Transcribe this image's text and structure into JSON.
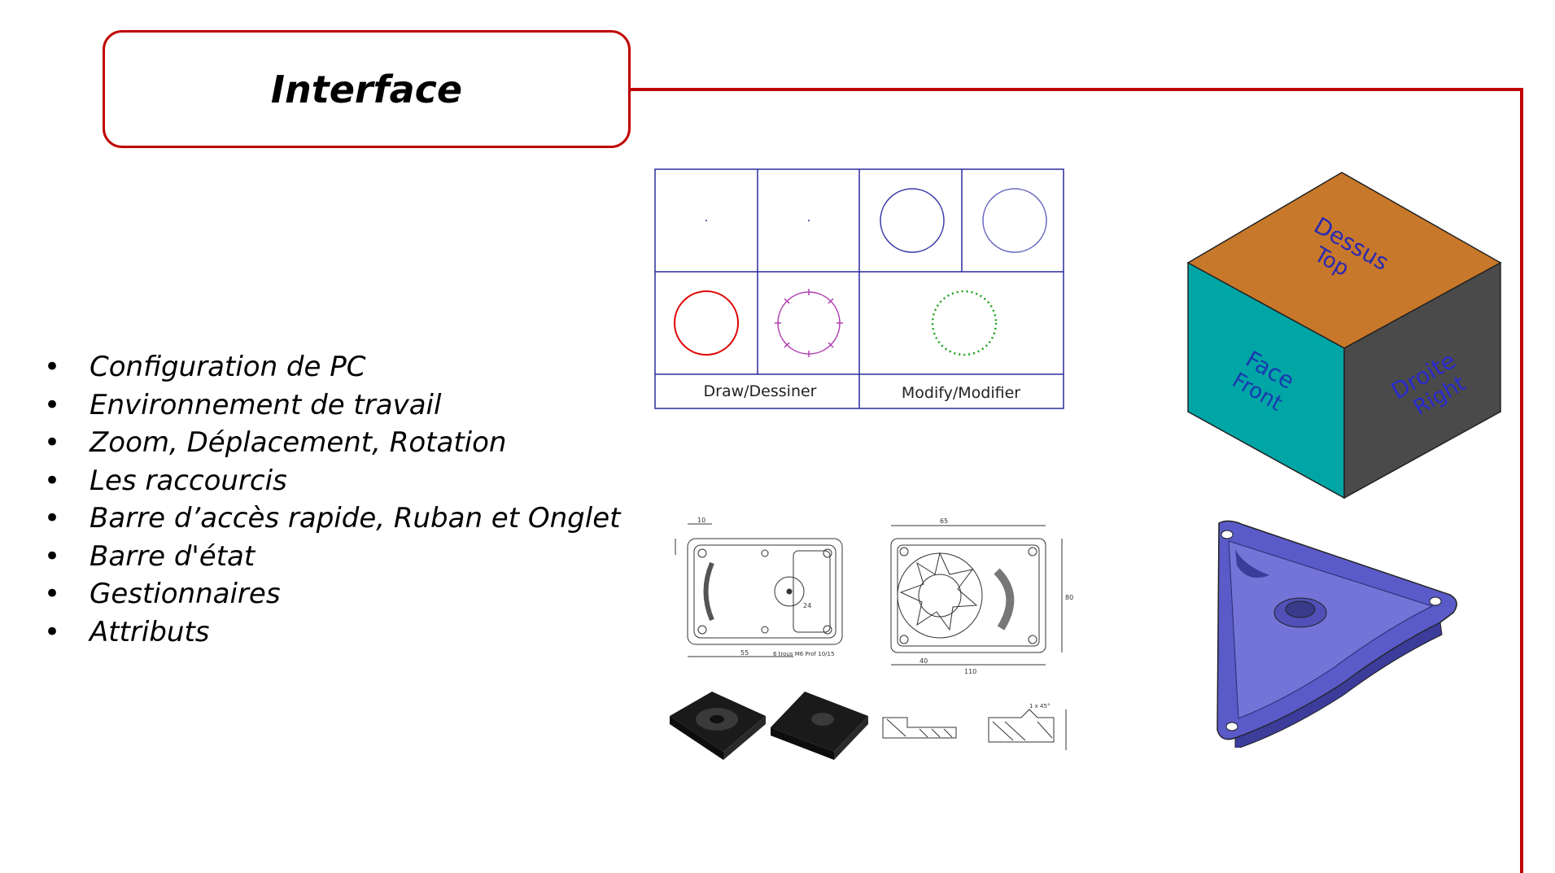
{
  "slide": {
    "title": "Interface",
    "bullets": [
      "Configuration de PC",
      "Environnement de travail",
      "Zoom, Déplacement, Rotation",
      "Les raccourcis",
      "Barre d’accès rapide, Ruban et Onglet",
      "Barre d'état",
      "Gestionnaires",
      "Attributs"
    ],
    "bullet_symbol": "•"
  },
  "command_grid": {
    "draw_label": "Draw/Dessiner",
    "modify_label": "Modify/Modifier"
  },
  "view_cube": {
    "top_label_fr": "Dessus",
    "top_label_en": "Top",
    "front_label_fr": "Face",
    "front_label_en": "Front",
    "right_label_fr": "Droite",
    "right_label_en": "Right"
  },
  "technical_drawing": {
    "dim_top_left": "10",
    "dim_note_left": "6 trous M6 Prof 10/15",
    "dim_55": "55",
    "dim_24": "24",
    "dim_65": "65",
    "dim_40": "40",
    "dim_110": "110",
    "dim_80": "80",
    "chamfer": "1 x 45°"
  },
  "colors": {
    "accent_red": "#c00000",
    "grid_blue": "#2b2b9e",
    "cube_top": "#c8782a",
    "cube_front": "#00a6a6",
    "cube_right": "#4a4a4a",
    "part_purple": "#5a5ac8"
  }
}
